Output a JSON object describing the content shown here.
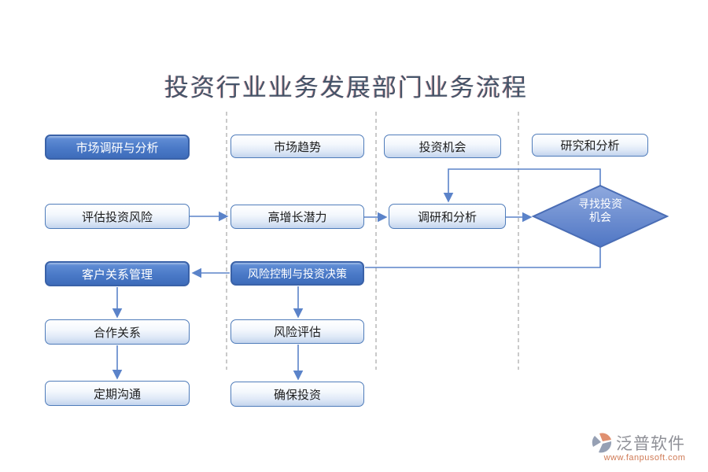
{
  "title": "投资行业业务发展部门业务流程",
  "flowchart": {
    "nodes": [
      {
        "id": "market-research",
        "label": "市场调研与分析",
        "style": "dark"
      },
      {
        "id": "assess-investment-risk",
        "label": "评估投资风险",
        "style": "light"
      },
      {
        "id": "customer-relationship",
        "label": "客户关系管理",
        "style": "dark"
      },
      {
        "id": "cooperation-relation",
        "label": "合作关系",
        "style": "light"
      },
      {
        "id": "regular-communication",
        "label": "定期沟通",
        "style": "light"
      },
      {
        "id": "market-trend",
        "label": "市场趋势",
        "style": "light"
      },
      {
        "id": "high-growth-potential",
        "label": "高增长潜力",
        "style": "light"
      },
      {
        "id": "risk-control-decision",
        "label": "风险控制与投资决策",
        "style": "dark"
      },
      {
        "id": "risk-assessment",
        "label": "风险评估",
        "style": "light"
      },
      {
        "id": "ensure-investment",
        "label": "确保投资",
        "style": "light"
      },
      {
        "id": "investment-opportunity",
        "label": "投资机会",
        "style": "light"
      },
      {
        "id": "research-and-analysis",
        "label": "调研和分析",
        "style": "light"
      },
      {
        "id": "study-and-analysis",
        "label": "研究和分析",
        "style": "light"
      },
      {
        "id": "find-investment-opportunity",
        "label": "寻找投资机会",
        "style": "diamond"
      }
    ],
    "edges": [
      "评估投资风险→高增长潜力",
      "高增长潜力→调研和分析",
      "调研和分析→寻找投资机会",
      "寻找投资机会→调研和分析",
      "寻找投资机会→风险控制与投资决策",
      "风险控制与投资决策→客户关系管理",
      "客户关系管理→合作关系",
      "合作关系→定期沟通",
      "风险控制与投资决策→风险评估",
      "风险评估→确保投资"
    ]
  },
  "watermark": {
    "brand": "泛普软件",
    "url": "www.fanpusoft.com"
  },
  "colors": {
    "title": "#44546A",
    "node_dark_fill": "#4a79c7",
    "node_dark_border": "#3a62a8",
    "node_light_border": "#4f7cba",
    "node_light_fill_bottom": "#c3d4ed",
    "diamond_top": "#8fa9de",
    "diamond_bottom": "#4f76c4",
    "connector": "#5b83c9",
    "lane_divider": "#a6a6a6",
    "brand_text": "#8f9097",
    "brand_url": "#cf7a55"
  }
}
